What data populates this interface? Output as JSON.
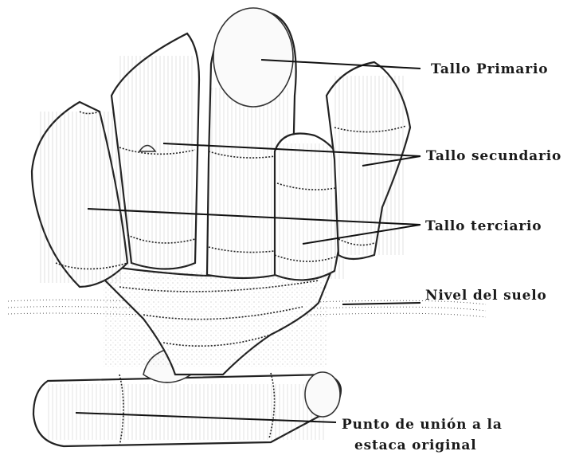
{
  "diagram": {
    "labels": {
      "primary_stem": "Tallo Primario",
      "secondary_stem": "Tallo secundario",
      "tertiary_stem": "Tallo terciario",
      "soil_level": "Nivel del suelo",
      "junction_line1": "Punto de unión a la",
      "junction_line2": "estaca original"
    }
  }
}
